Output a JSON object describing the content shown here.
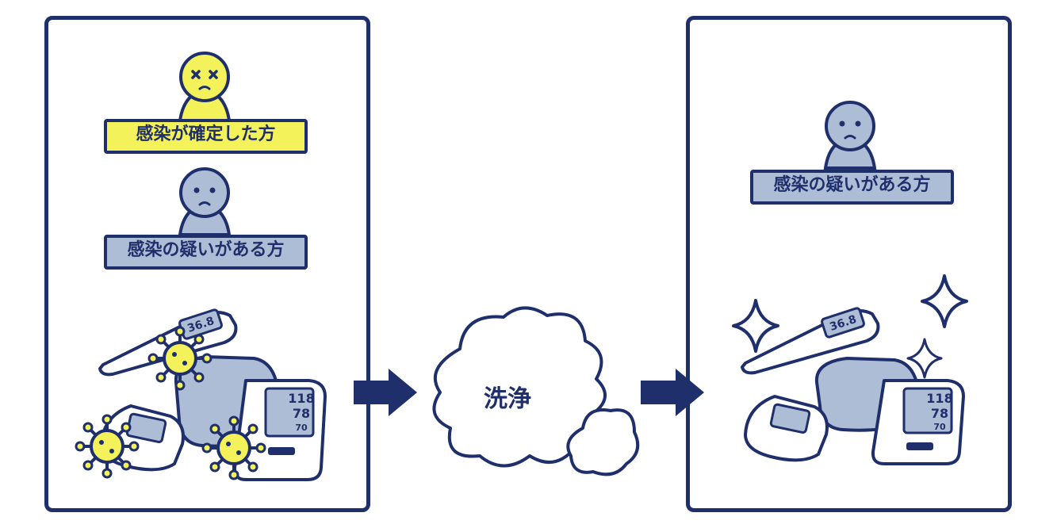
{
  "left": {
    "confirmed_label": "感染が確定した方",
    "suspected_label": "感染の疑いがある方",
    "thermometer_reading": "36.8",
    "bp_values": [
      "118",
      "78",
      "70"
    ]
  },
  "center": {
    "wash_label": "洗浄"
  },
  "right": {
    "suspected_label": "感染の疑いがある方",
    "thermometer_reading": "36.8",
    "bp_values": [
      "118",
      "78",
      "70"
    ]
  },
  "colors": {
    "navy": "#1f2f6b",
    "yellow": "#f4f25a",
    "gray_blue": "#aebdd6",
    "white": "#ffffff"
  }
}
